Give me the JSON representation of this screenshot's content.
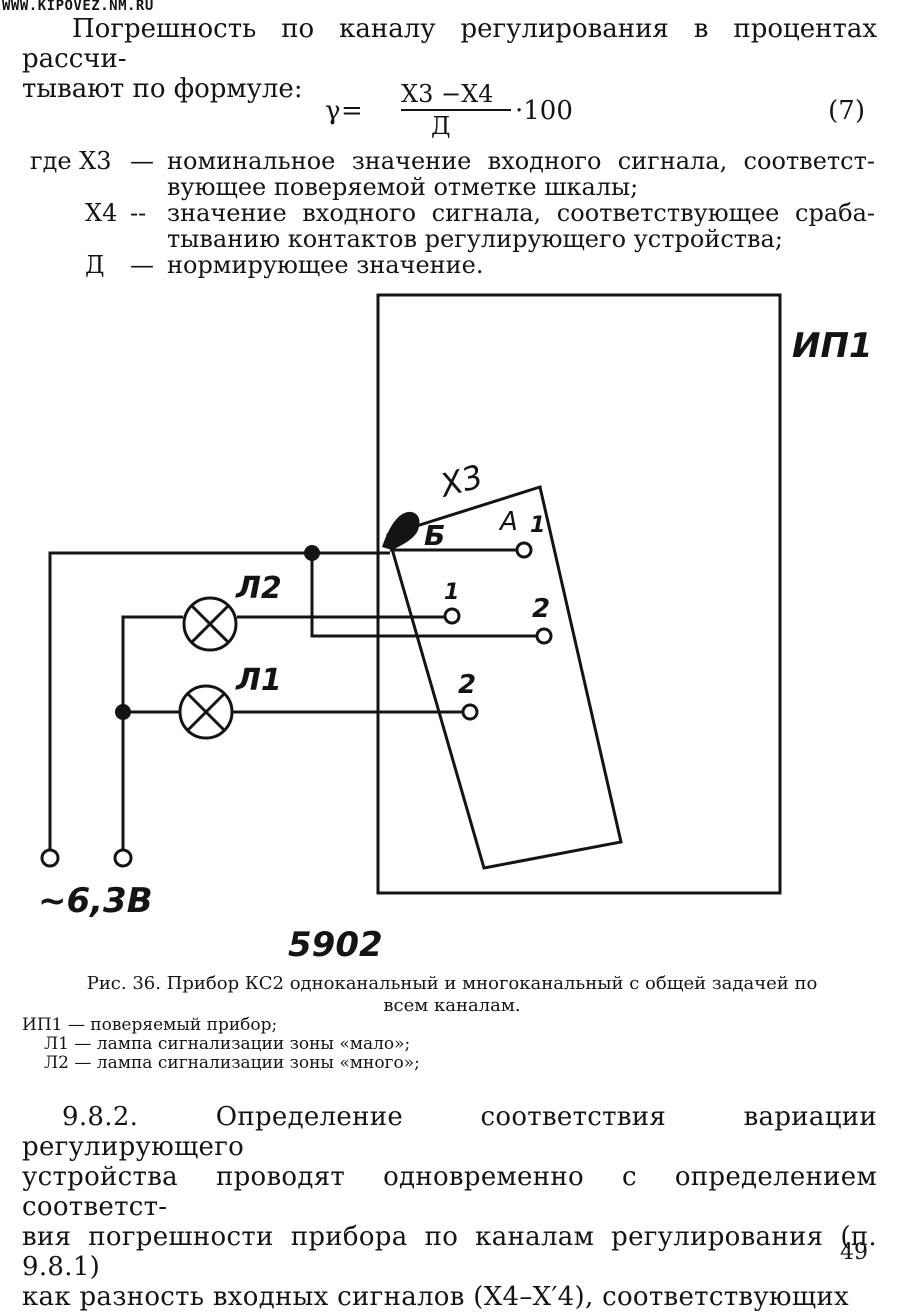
{
  "header": {
    "site": "WWW.KIPOVEZ.NM.RU"
  },
  "intro": {
    "line1": "Погрешность по каналу регулирования в процентах рассчи-",
    "line2": "тывают по формуле:"
  },
  "formula": {
    "lhs": "γ",
    "equals": "=",
    "numerator": "X3 −X4",
    "denominator": "Д",
    "times": "·100",
    "number": "(7)"
  },
  "definitions": [
    {
      "symbol": "где X3",
      "dash": "—",
      "text": "номинальное значение входного сигнала, соответст-вующее поверяемой отметке шкалы;"
    },
    {
      "symbol": "X4",
      "dash": "--",
      "text": "значение входного сигнала, соответствующее сраба-тыванию контактов регулирующего устройства;"
    },
    {
      "symbol": "Д",
      "dash": "—",
      "text": "нормирующее значение."
    }
  ],
  "diagram": {
    "device_label": "ИП1",
    "connector_label": "X3",
    "contact_a": "А",
    "contact_b": "Б",
    "contact_a1": "1",
    "contact_l2": "1",
    "contact_a2": "2",
    "contact_l1": "2",
    "lamp_l2": "Л2",
    "lamp_l1": "Л1",
    "supply": "~6,3В",
    "stamp": "5902"
  },
  "caption": {
    "line1": "Рис. 36. Прибор КС2 одноканальный и многоканальный с общей задачей по",
    "line2": "всем каналам."
  },
  "legend": [
    "ИП1 — поверяемый прибор;",
    "Л1 — лампа сигнализации зоны «мало»;",
    "Л2 — лампа сигнализации зоны «много»;"
  ],
  "body": {
    "line1": "9.8.2. Определение соответствия вариации регулирующего",
    "line2": "устройства проводят одновременно с определением соответст-",
    "line3": "вия погрешности прибора по каналам регулирования (п. 9.8.1)",
    "line4": "как разность входных сигналов (X4–X′4), соответствующих"
  },
  "page_number": "49"
}
